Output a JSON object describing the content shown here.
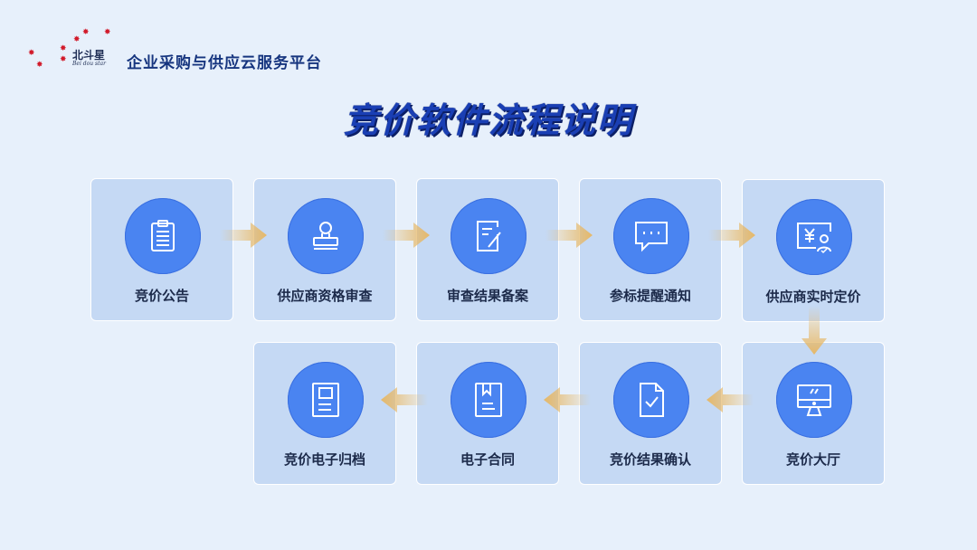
{
  "header": {
    "logo_brand": "北斗星",
    "logo_brand_sub": "Bei dou star",
    "platform_name": "企业采购与供应云服务平台"
  },
  "title": "竞价软件流程说明",
  "steps": [
    {
      "label": "竞价公告",
      "icon": "clipboard-icon"
    },
    {
      "label": "供应商资格审查",
      "icon": "stamp-icon"
    },
    {
      "label": "审查结果备案",
      "icon": "edit-document-icon"
    },
    {
      "label": "参标提醒通知",
      "icon": "message-icon"
    },
    {
      "label": "供应商实时定价",
      "icon": "price-user-icon"
    },
    {
      "label": "竞价大厅",
      "icon": "monitor-icon"
    },
    {
      "label": "竞价结果确认",
      "icon": "document-check-icon"
    },
    {
      "label": "电子合同",
      "icon": "bookmark-document-icon"
    },
    {
      "label": "竞价电子归档",
      "icon": "archive-icon"
    }
  ],
  "colors": {
    "background": "#e7f0fb",
    "card": "#c5d9f4",
    "circle": "#4a84f1",
    "title": "#1a3fb4",
    "arrow": "#e6b868"
  }
}
